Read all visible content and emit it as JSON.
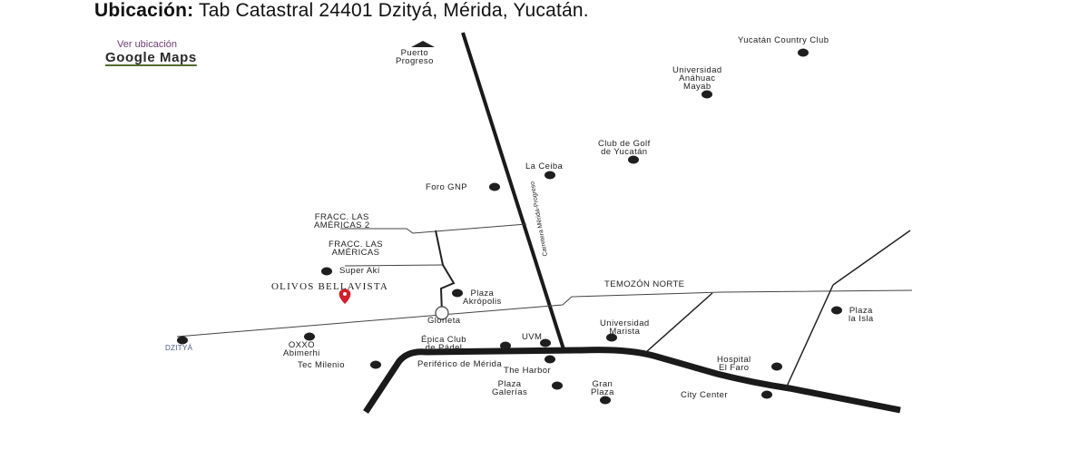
{
  "title": {
    "bold": "Ubicación:",
    "rest": "Tab Catastral 24401 Dzityá, Mérida, Yucatán."
  },
  "view_location": "Ver ubicación",
  "google_maps_link": "Google Maps",
  "project": "OLIVOS BELLAVISTA",
  "dzitya": "DZITYÁ",
  "road_label": "Carretera Mérida-Progreso",
  "places": {
    "puerto_progreso": "Puerto\nProgreso",
    "yucatan_country_club": "Yucatán Country Club",
    "anahuac": "Universidad\nAnáhuac\nMayab",
    "club_golf": "Club de Golf\nde Yucatán",
    "la_ceiba": "La Ceiba",
    "foro_gnp": "Foro GNP",
    "fracc_americas2": "FRACC. LAS\nAMÉRICAS 2",
    "fracc_americas": "FRACC. LAS\nAMÉRICAS",
    "super_aki": "Super Akí",
    "plaza_akropolis": "Plaza\nAkrópolis",
    "temozon_norte": "TEMOZÓN NORTE",
    "glorieta": "Glorieta",
    "plaza_la_isla": "Plaza\nla Isla",
    "universidad_marista": "Universidad\nMarista",
    "uvm": "UVM",
    "epica_club": "Épica Club\nde Pádel",
    "oxxo": "OXXO\nAbimerhi",
    "tec_milenio": "Tec Milenio",
    "periferico": "Periférico de Mérida",
    "the_harbor": "The Harbor",
    "hospital": "Hospital\nEl Faro",
    "plaza_galerias": "Plaza\nGalerías",
    "gran_plaza": "Gran\nPlaza",
    "city_center": "City Center"
  },
  "colors": {
    "road": "#1a1a1a",
    "marker": "#d21f2b",
    "link_underline": "#556b2f"
  }
}
